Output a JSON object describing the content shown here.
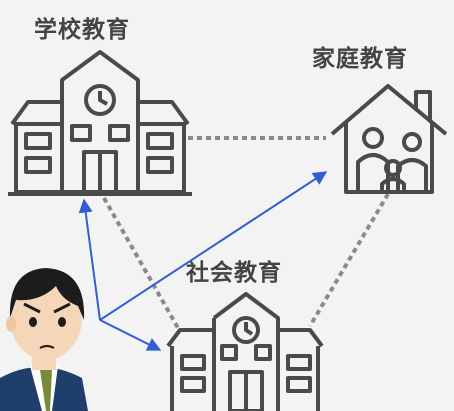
{
  "labels": {
    "school": "学校教育",
    "family": "家庭教育",
    "social": "社会教育"
  },
  "colors": {
    "background": "#f3f3f3",
    "line_art": "#4a4a4a",
    "dotted_connector": "#8a8a8a",
    "arrow": "#2f5fd0",
    "person_hair": "#1c1c1c",
    "person_skin": "#f6d6b8",
    "person_suit": "#1f3e6b",
    "person_tie": "#7a8a3a"
  },
  "icons": {
    "school": "school-building-icon",
    "family": "house-family-icon",
    "social": "community-building-icon",
    "person": "angry-businessman-icon"
  }
}
